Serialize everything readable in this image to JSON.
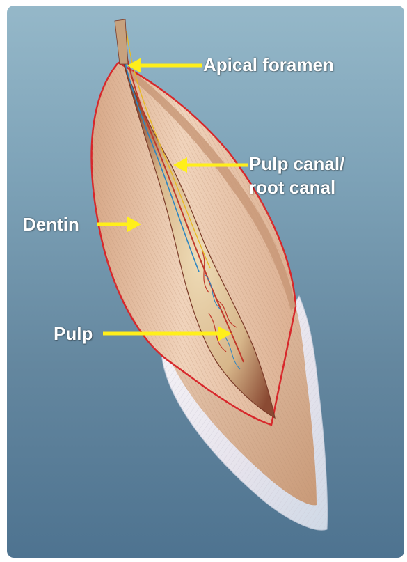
{
  "diagram": {
    "colors": {
      "background_top": "#95b8c9",
      "background_bottom": "#4e7390",
      "arrow": "#ffef1a",
      "outline": "#d8262a",
      "dentin": "#e8c3a6",
      "pulp": "#d9b98c",
      "enamel": "#f3f1f6"
    },
    "labels": {
      "apical_foramen": "Apical foramen",
      "pulp_canal_line1": "Pulp canal/",
      "pulp_canal_line2": "root canal",
      "dentin": "Dentin",
      "pulp": "Pulp"
    }
  }
}
